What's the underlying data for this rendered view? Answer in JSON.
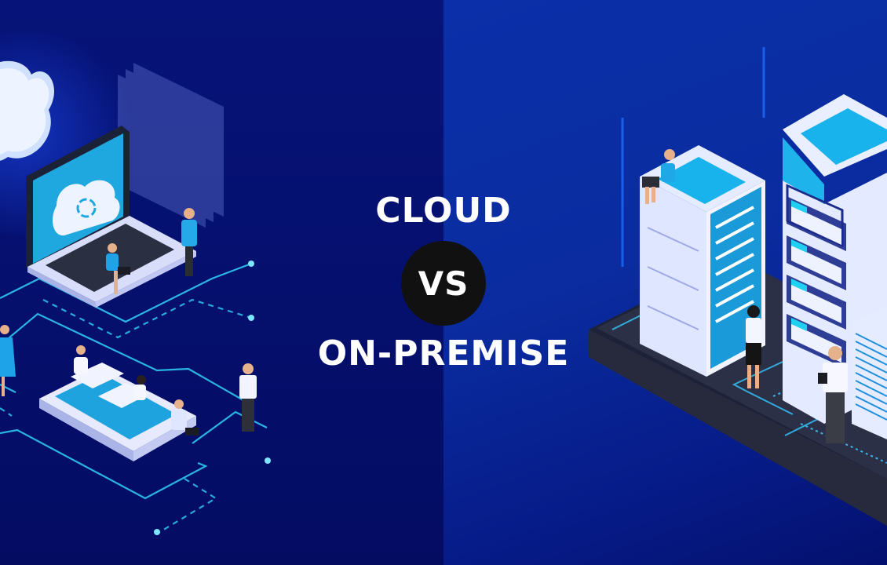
{
  "banner": {
    "heading_top": "CLOUD",
    "vs_label": "VS",
    "heading_bottom": "ON-PREMISE"
  },
  "panels": {
    "left": {
      "theme": "cloud",
      "illustration": [
        "cloud-icon",
        "laptop-icon",
        "smartphone-icon",
        "people-figures",
        "circuit-lines",
        "data-screens"
      ]
    },
    "right": {
      "theme": "on-premise",
      "illustration": [
        "server-rack-icon",
        "server-rack-icon",
        "server-rack-icon",
        "people-figures",
        "platform-base",
        "circuit-lines"
      ]
    }
  },
  "colors": {
    "left_bg": "#061378",
    "right_bg": "#0a2fa8",
    "vs_circle": "#111111",
    "accent_cyan": "#1fb3ff",
    "text": "#ffffff"
  }
}
